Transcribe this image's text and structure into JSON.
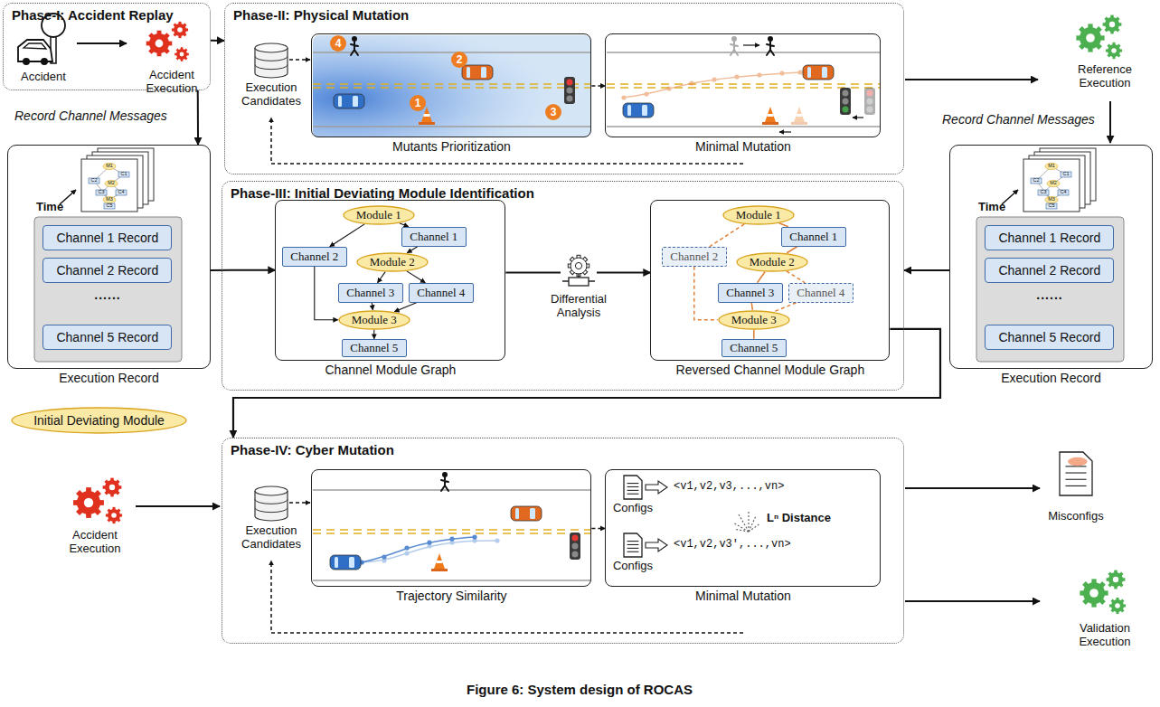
{
  "diagram": {
    "caption": "Figure 6: System design of ROCAS",
    "nodes": [
      {
        "text": [
          "Phase-I: Accident Replay"
        ]
      },
      {
        "text": [
          "Execution Record"
        ]
      },
      {
        "text": [
          "Channel 1 Record"
        ],
        "in": 1
      },
      {
        "text": [
          "Channel 2 Record"
        ],
        "in": 1
      },
      {
        "text": [
          "Channel 5 Record"
        ],
        "in": 1
      },
      {
        "text": [
          "Phase-II: Physical Mutation"
        ]
      },
      {
        "text": [
          "Mutants Prioritization"
        ],
        "in": 5
      },
      {
        "text": [
          "Minimal Mutation"
        ],
        "in": 5
      },
      {
        "text": [
          "Phase-III: Initial Deviating Module Identification"
        ]
      },
      {
        "text": [
          "Channel Module Graph"
        ],
        "in": 8
      },
      {
        "text": [
          "Module 1"
        ],
        "in": 9
      },
      {
        "text": [
          "Channel 1"
        ],
        "in": 9
      },
      {
        "text": [
          "Channel 2"
        ],
        "in": 9
      },
      {
        "text": [
          "Module 2"
        ],
        "in": 9
      },
      {
        "text": [
          "Channel 3"
        ],
        "in": 9
      },
      {
        "text": [
          "Channel 4"
        ],
        "in": 9
      },
      {
        "text": [
          "Module 3"
        ],
        "in": 9
      },
      {
        "text": [
          "Channel 5"
        ],
        "in": 9
      },
      {
        "text": [
          "Reversed Channel Module Graph"
        ],
        "in": 8
      },
      {
        "text": [
          "Module 1"
        ],
        "in": 18
      },
      {
        "text": [
          "Channel 1"
        ],
        "in": 18
      },
      {
        "text": [
          "Channel 2"
        ],
        "in": 18
      },
      {
        "text": [
          "Module 2"
        ],
        "in": 18
      },
      {
        "text": [
          "Channel 3"
        ],
        "in": 18
      },
      {
        "text": [
          "Channel 4"
        ],
        "in": 18
      },
      {
        "text": [
          "Module 3"
        ],
        "in": 18
      },
      {
        "text": [
          "Channel 5"
        ],
        "in": 18
      },
      {
        "text": [
          "Execution Record"
        ]
      },
      {
        "text": [
          "Channel 1 Record"
        ],
        "in": 27
      },
      {
        "text": [
          "Channel 2 Record"
        ],
        "in": 27
      },
      {
        "text": [
          "Channel 5 Record"
        ],
        "in": 27
      },
      {
        "text": [
          "Initial Deviating Module"
        ]
      },
      {
        "text": [
          "Phase-IV: Cyber Mutation"
        ]
      },
      {
        "text": [
          "Trajectory Similarity"
        ],
        "in": 32
      },
      {
        "text": [
          "Minimal Mutation"
        ],
        "in": 32
      }
    ],
    "edges": [
      {
        "from": 0,
        "to": 5,
        "arrow": "to"
      },
      {
        "from": 0,
        "to": 1,
        "arrow": "to",
        "label": "Record Channel Messages"
      },
      {
        "from": 6,
        "to": 7,
        "arrow": "to"
      },
      {
        "from": 1,
        "to": 9,
        "arrow": "to"
      },
      {
        "from": 27,
        "to": 8,
        "arrow": "to"
      },
      {
        "from": 9,
        "to": 18,
        "arrow": "to"
      },
      {
        "from": 10,
        "to": 11,
        "arrow": "to"
      },
      {
        "from": 10,
        "to": 12,
        "arrow": "to"
      },
      {
        "from": 11,
        "to": 13,
        "arrow": "to"
      },
      {
        "from": 13,
        "to": 14,
        "arrow": "to"
      },
      {
        "from": 13,
        "to": 15,
        "arrow": "to"
      },
      {
        "from": 12,
        "to": 16,
        "arrow": "to"
      },
      {
        "from": 14,
        "to": 16,
        "arrow": "to"
      },
      {
        "from": 15,
        "to": 16,
        "arrow": "to"
      },
      {
        "from": 16,
        "to": 17,
        "arrow": "to"
      },
      {
        "from": 26,
        "to": 25,
        "arrow": "none"
      },
      {
        "from": 25,
        "to": 23,
        "arrow": "none"
      },
      {
        "from": 23,
        "to": 22,
        "arrow": "none"
      },
      {
        "from": 22,
        "to": 20,
        "arrow": "none"
      },
      {
        "from": 20,
        "to": 19,
        "arrow": "none"
      },
      {
        "from": 19,
        "to": 21,
        "arrow": "none"
      },
      {
        "from": 21,
        "to": 25,
        "arrow": "none"
      },
      {
        "from": 22,
        "to": 24,
        "arrow": "none"
      },
      {
        "from": 24,
        "to": 25,
        "arrow": "none"
      },
      {
        "from": 18,
        "to": 32,
        "arrow": "to"
      },
      {
        "from": 33,
        "to": 34,
        "arrow": "to"
      }
    ],
    "labels": [
      "Accident",
      "Accident Execution",
      "Execution Candidates",
      "1",
      "2",
      "3",
      "4",
      "Reference Execution",
      "Record Channel Messages",
      "Time",
      "......",
      "Time",
      "......",
      "Differential Analysis",
      "Accident Execution",
      "Execution Candidates",
      "Configs",
      "<v1,v2,v3,...,vn>",
      "Lⁿ Distance",
      "Configs",
      "<v1,v2,v3',...,vn>",
      "Misconfigs",
      "Validation Execution",
      "M1",
      "C1",
      "C2",
      "M2",
      "C3",
      "C4",
      "M3",
      "C5",
      "M1",
      "C1",
      "C2",
      "M2",
      "C3",
      "C4",
      "M3",
      "C5"
    ]
  }
}
